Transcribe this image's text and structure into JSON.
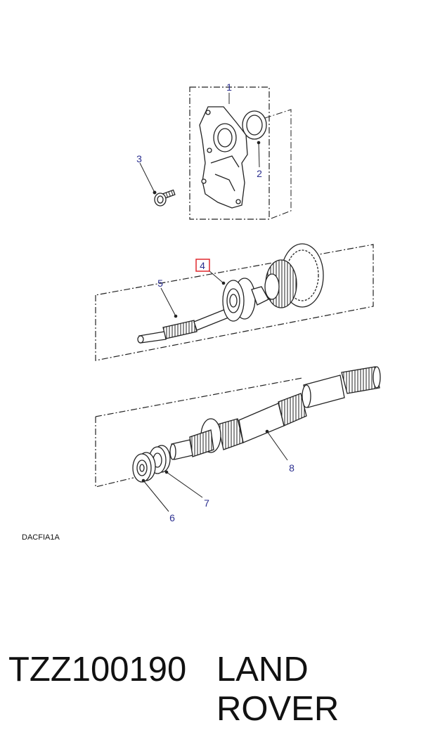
{
  "diagram": {
    "callouts": [
      "1",
      "2",
      "3",
      "4",
      "5",
      "6",
      "7",
      "8"
    ],
    "highlighted_callout": "4",
    "drawing_code": "DACFIA1A",
    "highlight_color": "#e0282e",
    "callout_color": "#2b2f8f"
  },
  "footer": {
    "part_number": "TZZ100190",
    "brand": "LAND ROVER"
  }
}
